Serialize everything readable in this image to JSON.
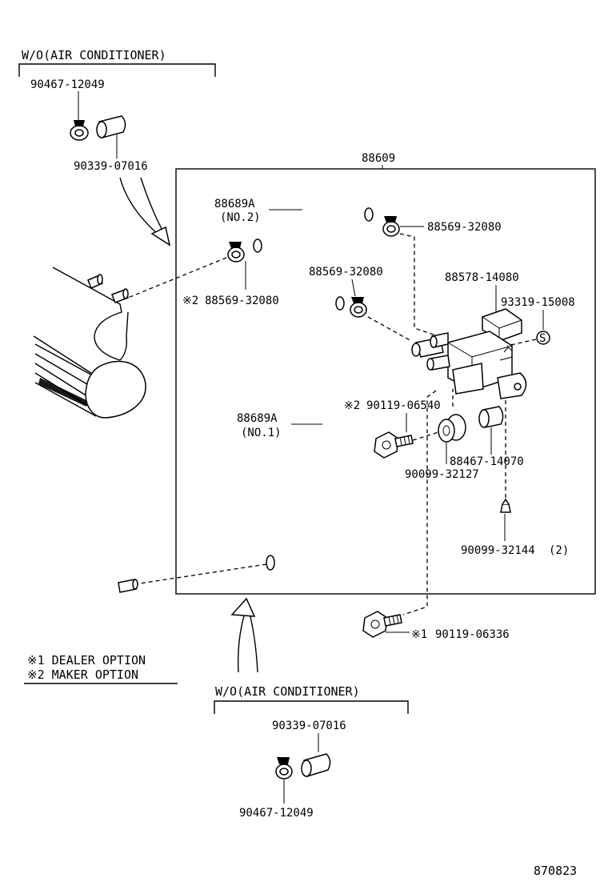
{
  "labels": {
    "top_group_title": "W/O(AIR CONDITIONER)",
    "top_clamp": "90467-12049",
    "top_sleeve": "90339-07016",
    "assembly": "88609",
    "hose_no2_part": "88689A",
    "hose_no2_name": "(NO.2)",
    "clamp_right_top": "88569-32080",
    "clamp_left_mark": "※2",
    "clamp_left": "88569-32080",
    "clamp_mid": "88569-32080",
    "valve": "88578-14080",
    "cap_part": "93319-15008",
    "hose_no1_part": "88689A",
    "hose_no1_name": "(NO.1)",
    "bolt_upper_mark": "※2",
    "bolt_upper": "90119-06540",
    "grommet": "90099-32127",
    "collar": "88467-14070",
    "clip": "90099-32144",
    "clip_qty": "(2)",
    "bolt_lower_mark": "※1",
    "bolt_lower": "90119-06336",
    "legend_1": "※1 DEALER OPTION",
    "legend_2": "※2 MAKER OPTION",
    "bottom_group_title": "W/O(AIR CONDITIONER)",
    "bottom_sleeve": "90339-07016",
    "bottom_clamp": "90467-12049",
    "diagram_code": "870823"
  },
  "icons": {
    "cap_symbol": "S"
  }
}
